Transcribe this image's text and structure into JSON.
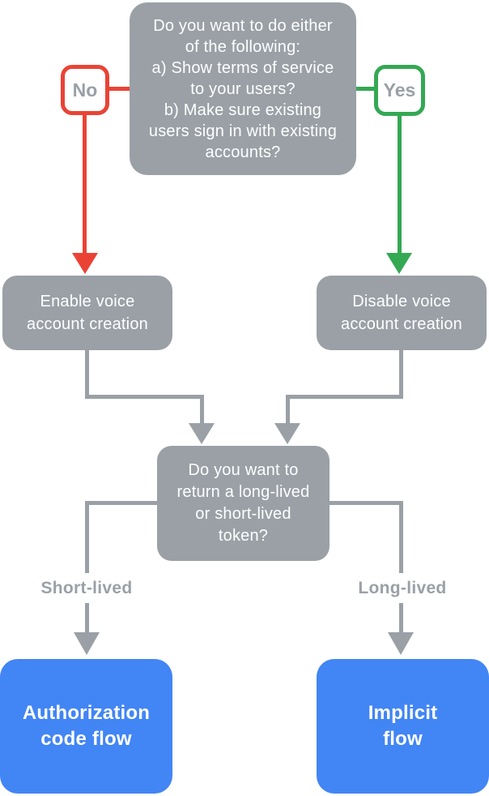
{
  "diagram": {
    "title": "Voice account creation decision flowchart",
    "top_question": "Do you want to do either\nof the following:\na) Show terms of service\nto your users?\nb) Make sure existing\nusers sign in with existing\naccounts?",
    "no_label": "No",
    "yes_label": "Yes",
    "enable_voice": "Enable voice\naccount creation",
    "disable_voice": "Disable voice\naccount creation",
    "token_question": "Do you want to\nreturn a long-lived\nor short-lived\ntoken?",
    "short_lived_label": "Short-lived",
    "long_lived_label": "Long-lived",
    "authorization_code_flow": "Authorization\ncode flow",
    "implicit_flow": "Implicit\nflow"
  },
  "colors": {
    "node_gray": "#9AA0A6",
    "no_red": "#EA4335",
    "yes_green": "#34A853",
    "result_blue": "#4285F4",
    "text_white": "#FFFFFF",
    "badge_text_gray": "#9AA0A6",
    "background": "#FFFFFF"
  }
}
